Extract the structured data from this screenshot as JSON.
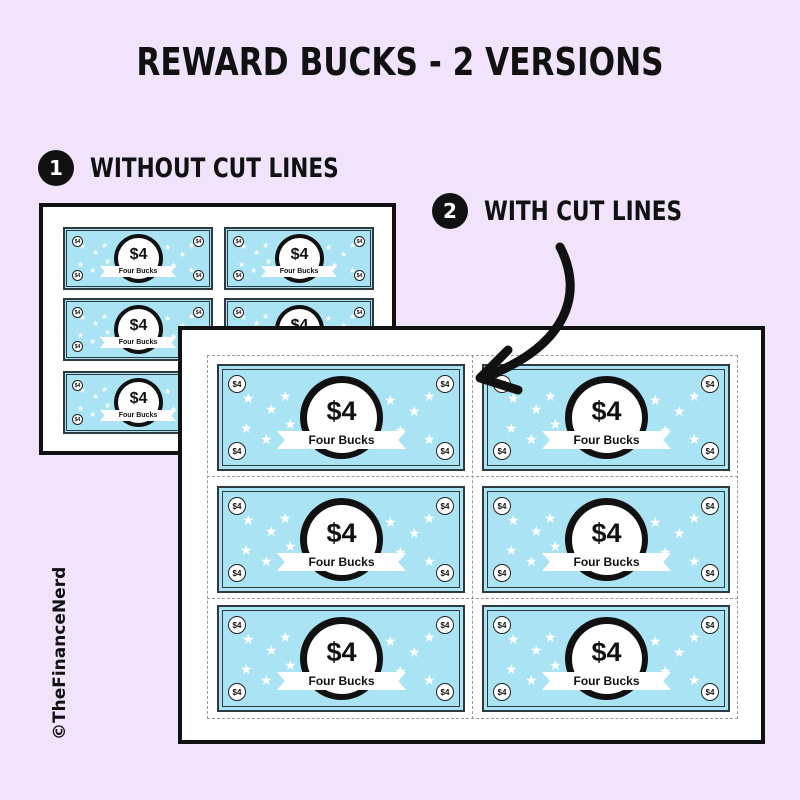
{
  "title": "REWARD BUCKS - 2 VERSIONS",
  "version1": {
    "number": "1",
    "label": "WITHOUT CUT LINES"
  },
  "version2": {
    "number": "2",
    "label": "WITH CUT LINES"
  },
  "bill": {
    "amount": "$4",
    "name": "Four Bucks",
    "corner": "$4",
    "colors": {
      "body": "#a9e3f4",
      "border": "#2d3a3f",
      "medal": "#111111"
    }
  },
  "watermark": "©TheFinanceNerd",
  "icons": [
    "curved-arrow-icon",
    "star-icon"
  ]
}
